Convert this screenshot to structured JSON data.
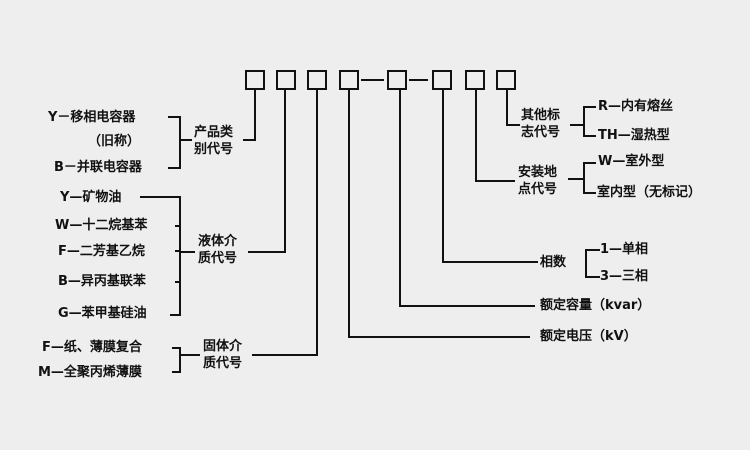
{
  "title_boxes_count": 8,
  "product_type": {
    "label": [
      "产品类",
      "别代号"
    ],
    "items": [
      "Y－移相电容器",
      "（旧称）",
      "B－并联电容器"
    ]
  },
  "liquid_dielectric": {
    "label": [
      "液体介",
      "质代号"
    ],
    "items": [
      "Y—矿物油",
      "W—十二烷基苯",
      "F—二芳基乙烷",
      "B—异丙基联苯",
      "G—苯甲基硅油"
    ]
  },
  "solid_dielectric": {
    "label": [
      "固体介",
      "质代号"
    ],
    "items": [
      "F—纸、薄膜复合",
      "M—全聚丙烯薄膜"
    ]
  },
  "other_marks": {
    "label": [
      "其他标",
      "志代号"
    ],
    "items": [
      "R—内有熔丝",
      "TH—湿热型"
    ]
  },
  "install_location": {
    "label": [
      "安装地",
      "点代号"
    ],
    "items": [
      "W—室外型",
      "室内型（无标记）"
    ]
  },
  "phases": {
    "label": "相数",
    "items": [
      "1—单相",
      "3—三相"
    ]
  },
  "rated_capacity": "额定容量（kvar）",
  "rated_voltage": "额定电压（kV）"
}
